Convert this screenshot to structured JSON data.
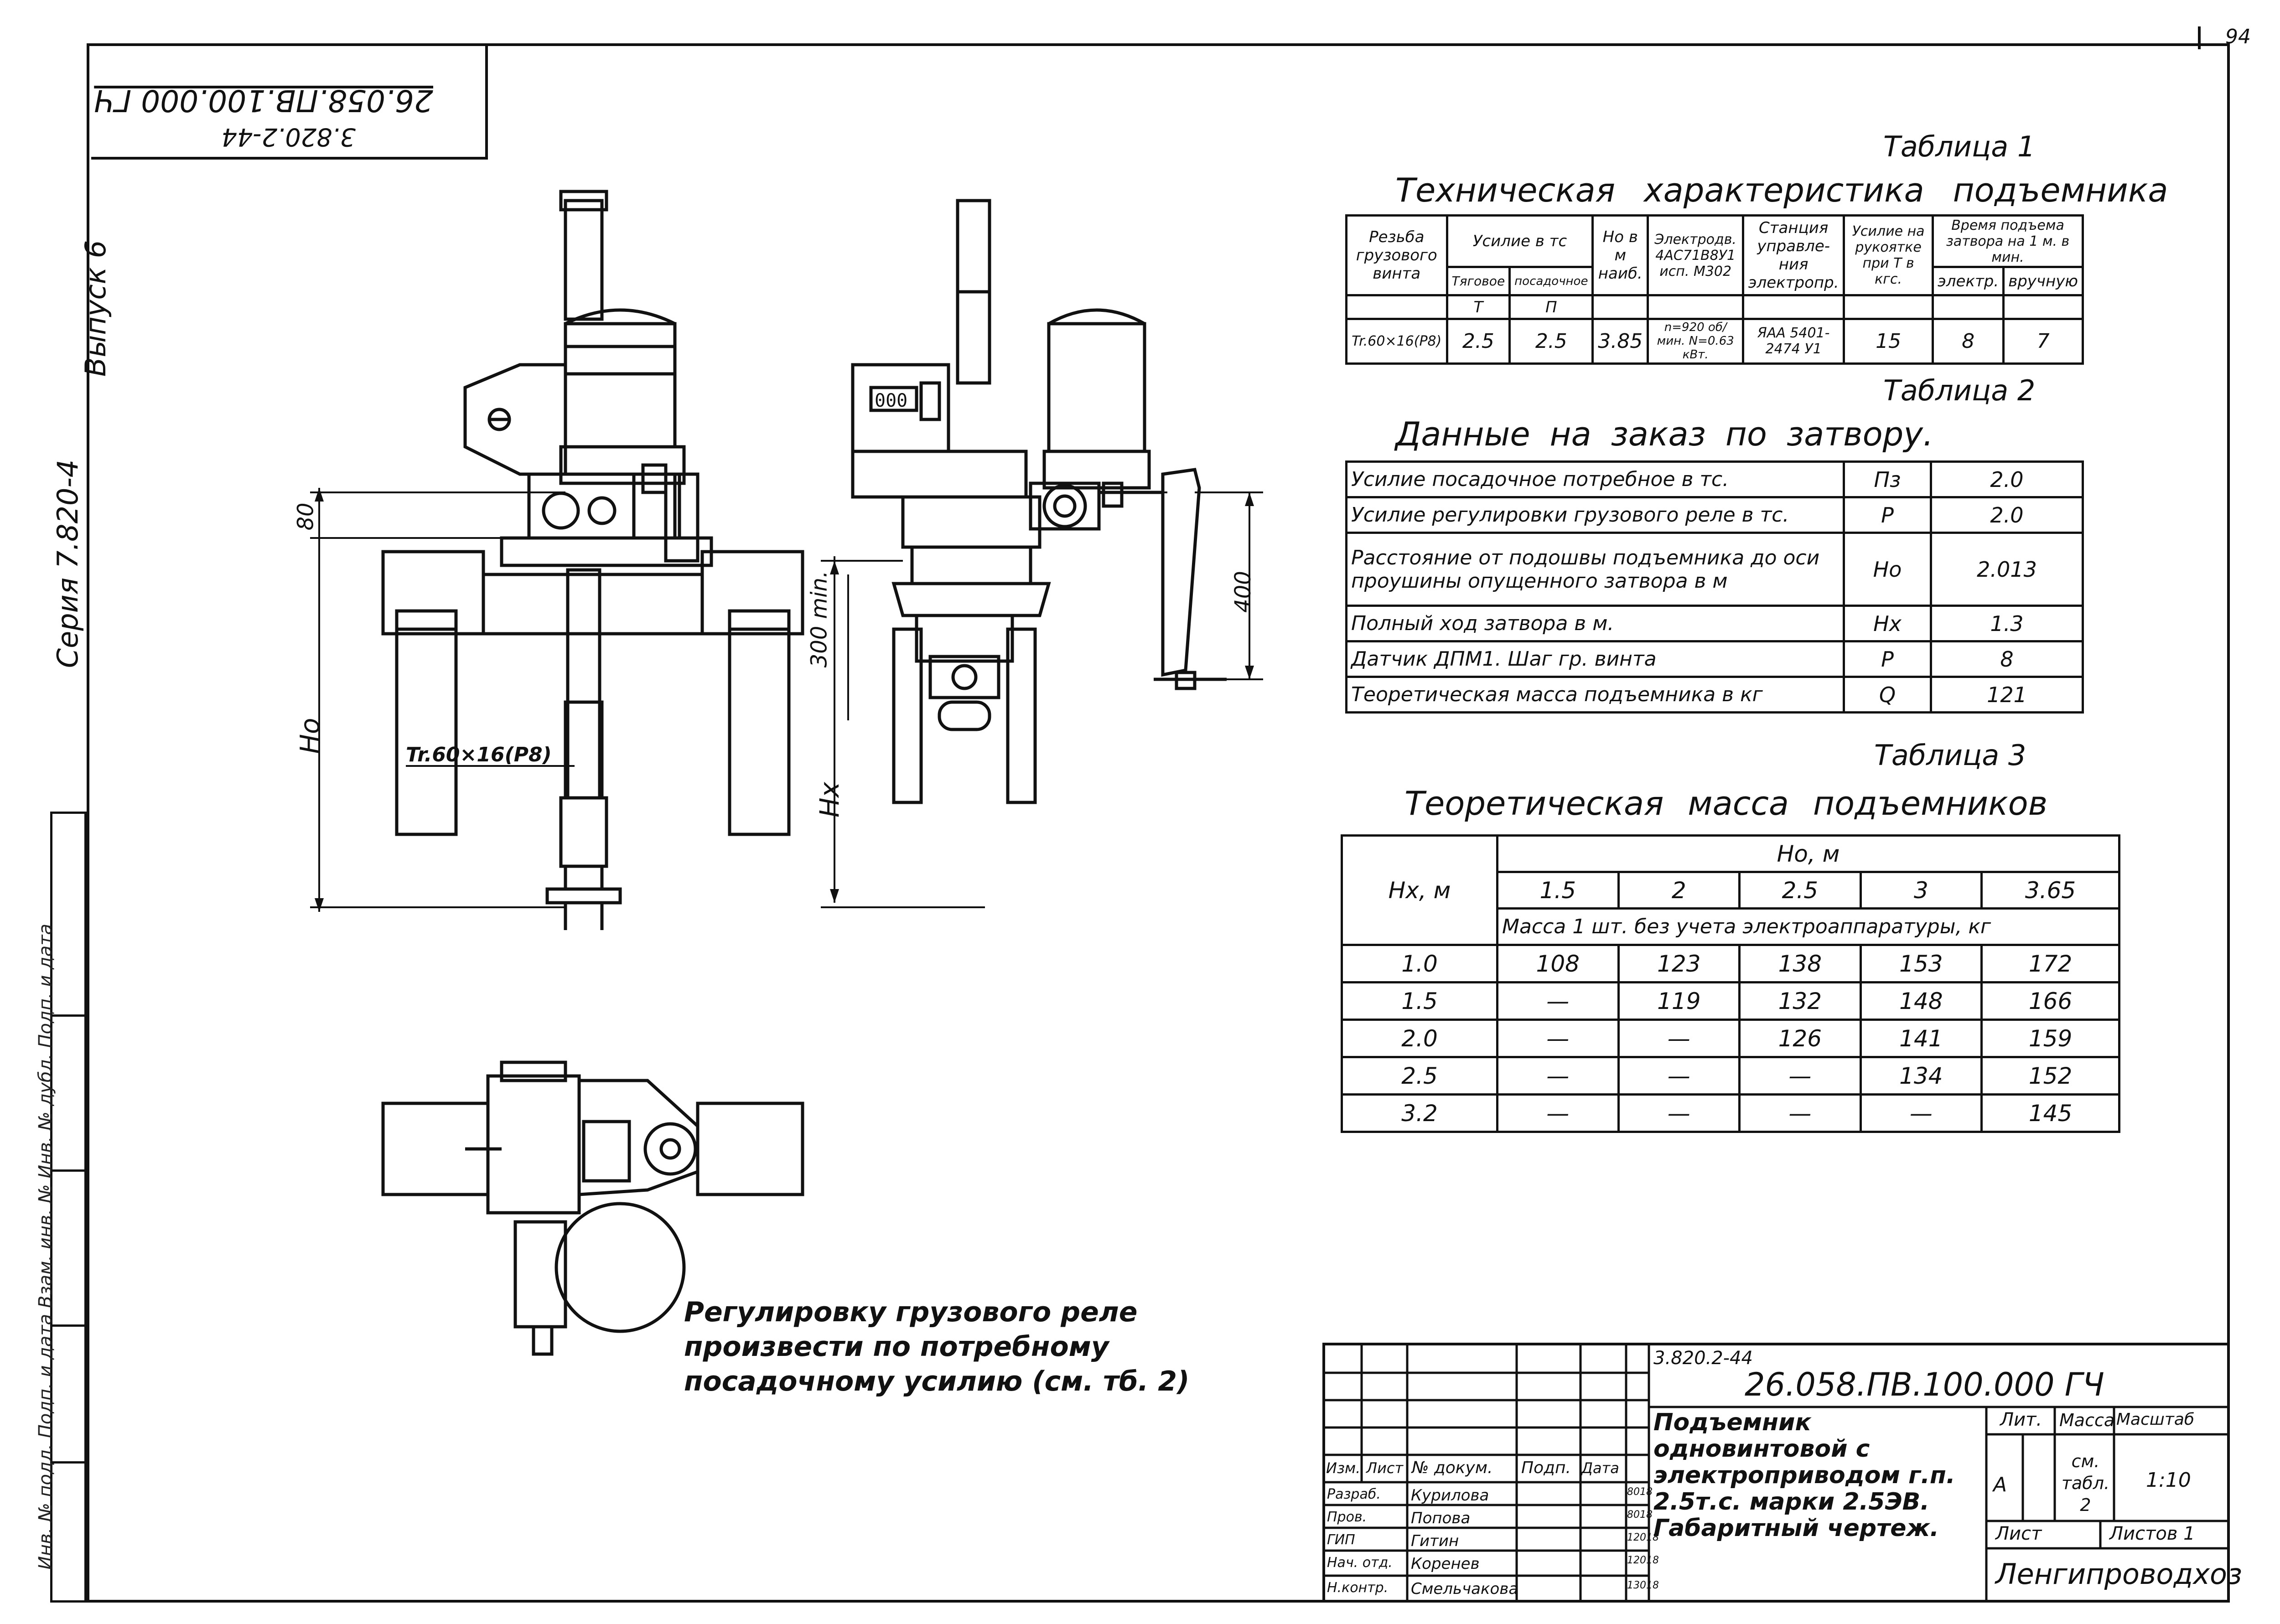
{
  "page": {
    "number": "94"
  },
  "stamp_top": {
    "line1": "26.058.ПВ.100.000 ГЧ",
    "line2": "3.820.2-44"
  },
  "side": {
    "series": "Серия 7.820-4",
    "issue": "Выпуск 6",
    "columns": "Инв. № подл.   Подп. и дата   Взам. инв. №   Инв. № дубл.   Подп. и дата"
  },
  "drawing": {
    "dim_80": "80",
    "dim_ho": "Ho",
    "dim_hx": "Hx",
    "dim_300": "300 min.",
    "dim_400": "400",
    "thread_label": "Tr.60×16(P8)",
    "counter": "000"
  },
  "table1": {
    "caption": "Таблица 1",
    "title": "Техническая характеристика подъемника",
    "h_thread": "Резьба грузового винта",
    "h_force": "Усилие в тс",
    "h_tyag": "Тяговое",
    "h_pos": "посадочное",
    "h_T": "Т",
    "h_P": "П",
    "h_ho": "Но в м наиб.",
    "h_motor": "Электродв. 4АС71В8У1 исп. М302",
    "h_station": "Станция управле-ния электропр.",
    "h_handle": "Усилие на рукоятке при Т в кгс.",
    "h_time": "Время подъема затвора на 1 м. в мин.",
    "h_electr": "электр.",
    "h_manual": "вручную",
    "r_thread": "Tr.60×16(P8)",
    "r_T": "2.5",
    "r_P": "2.5",
    "r_ho": "3.85",
    "r_motor": "n=920 об/мин. N=0.63 кВт.",
    "r_station": "ЯАА 5401-2474 У1",
    "r_handle": "15",
    "r_electr": "8",
    "r_manual": "7"
  },
  "table2": {
    "caption": "Таблица 2",
    "title": "Данные на заказ по затвору.",
    "rows": [
      {
        "label": "Усилие посадочное потребное в тс.",
        "sym": "Пз",
        "val": "2.0"
      },
      {
        "label": "Усилие регулировки грузового реле в тс.",
        "sym": "Р",
        "val": "2.0"
      },
      {
        "label": "Расстояние от подошвы подъемника до оси проушины опущенного затвора в м",
        "sym": "Но",
        "val": "2.013"
      },
      {
        "label": "Полный ход затвора в м.",
        "sym": "Нх",
        "val": "1.3"
      },
      {
        "label": "Датчик ДПМ1. Шаг гр. винта",
        "sym": "Р",
        "val": "8"
      },
      {
        "label": "Теоретическая масса подъемника в кг",
        "sym": "Q",
        "val": "121"
      }
    ]
  },
  "table3": {
    "caption": "Таблица 3",
    "title": "Теоретическая масса подъемников",
    "h_hx": "Нх, м",
    "h_ho": "Но, м",
    "ho": [
      "1.5",
      "2",
      "2.5",
      "3",
      "3.65"
    ],
    "h_mass": "Масса 1 шт. без учета электроаппаратуры, кг",
    "rows": [
      {
        "hx": "1.0",
        "v": [
          "108",
          "123",
          "138",
          "153",
          "172"
        ]
      },
      {
        "hx": "1.5",
        "v": [
          "—",
          "119",
          "132",
          "148",
          "166"
        ]
      },
      {
        "hx": "2.0",
        "v": [
          "—",
          "—",
          "126",
          "141",
          "159"
        ]
      },
      {
        "hx": "2.5",
        "v": [
          "—",
          "—",
          "—",
          "134",
          "152"
        ]
      },
      {
        "hx": "3.2",
        "v": [
          "—",
          "—",
          "—",
          "—",
          "145"
        ]
      }
    ]
  },
  "note": "Регулировку грузового реле произвести по потребному посадочному усилию (см. тб. 2)",
  "titleblock": {
    "code_small": "3.820.2-44",
    "code_big": "26.058.ПВ.100.000 ГЧ",
    "name": "Подъемник одновинтовой с электроприводом г.п. 2.5т.с. марки 2.5ЭВ. Габаритный чертеж.",
    "h_izm": "Изм.",
    "h_list": "Лист",
    "h_doc": "№ докум.",
    "h_podp": "Подп.",
    "h_date": "Дата",
    "people": [
      {
        "role": "Разраб.",
        "name": "Курилова",
        "date": "8018"
      },
      {
        "role": "Пров.",
        "name": "Попова",
        "date": "8018"
      },
      {
        "role": "ГИП",
        "name": "Гитин",
        "date": "12018"
      },
      {
        "role": "Нач. отд.",
        "name": "Коренев",
        "date": "12018"
      },
      {
        "role": "Н.контр.",
        "name": "Смельчакова",
        "date": "13018"
      }
    ],
    "lit_h": "Лит.",
    "lit": "А",
    "mass_h": "Масса",
    "mass": "см. табл. 2",
    "scale_h": "Масштаб",
    "scale": "1:10",
    "sheet": "Лист",
    "sheets": "Листов 1",
    "org": "Ленгипроводхоз"
  }
}
